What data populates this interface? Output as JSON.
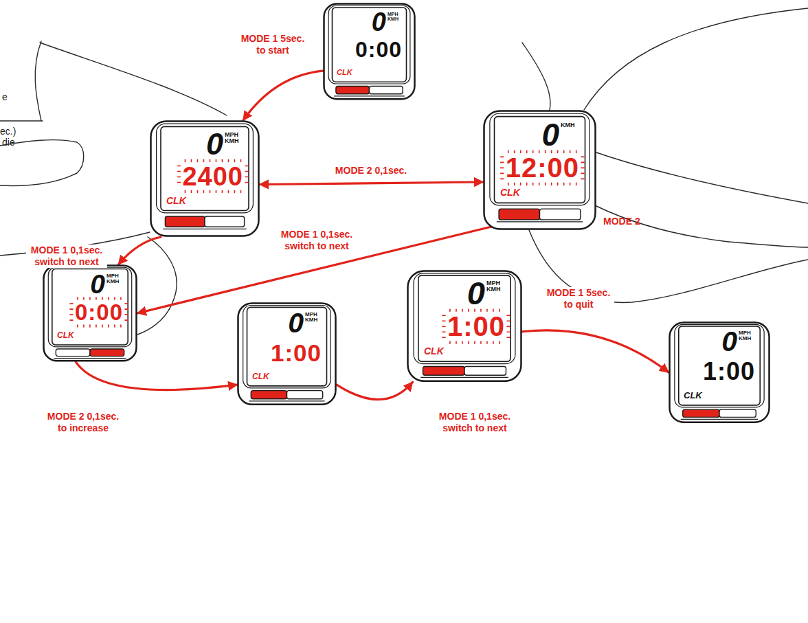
{
  "diagram": {
    "nodes": [
      {
        "text": [
          "0",
          "MPH KMH",
          "0:00",
          "CLK"
        ]
      },
      {
        "text": [
          "0",
          "MPH KMH",
          "2400",
          "CLK"
        ]
      },
      {
        "text": [
          "0",
          "KMH",
          "12:00",
          "CLK"
        ]
      },
      {
        "text": [
          "0",
          "MPH KMH",
          "0:00",
          "CLK"
        ]
      },
      {
        "text": [
          "0",
          "MPH KMH",
          "1:00",
          "CLK"
        ]
      },
      {
        "text": [
          "0",
          "MPH KMH",
          "1:00",
          "CLK"
        ]
      },
      {
        "text": [
          "0",
          "MPH KMH",
          "1:00",
          "CLK"
        ]
      }
    ],
    "edges": [
      {
        "from": 0,
        "to": 1,
        "arrow": "to",
        "label": "MODE 1 5sec. to start"
      },
      {
        "from": 1,
        "to": 2,
        "arrow": "both",
        "label": "MODE 2 0,1sec."
      },
      {
        "from": 1,
        "to": 3,
        "arrow": "to",
        "label": "MODE 1 0,1sec. switch to next"
      },
      {
        "from": 2,
        "to": 3,
        "arrow": "to",
        "label": "MODE 1 0,1sec. switch to next"
      },
      {
        "from": 3,
        "to": 4,
        "arrow": "to",
        "label": "MODE 2 0,1sec. to increase"
      },
      {
        "from": 4,
        "to": 5,
        "arrow": "to",
        "label": "MODE 1 0,1sec. switch to next"
      },
      {
        "from": 5,
        "to": 6,
        "arrow": "to",
        "label": "MODE 1 5sec. to quit"
      }
    ],
    "labels": [
      "MODE 2",
      "e",
      "ec.)",
      "die"
    ]
  }
}
